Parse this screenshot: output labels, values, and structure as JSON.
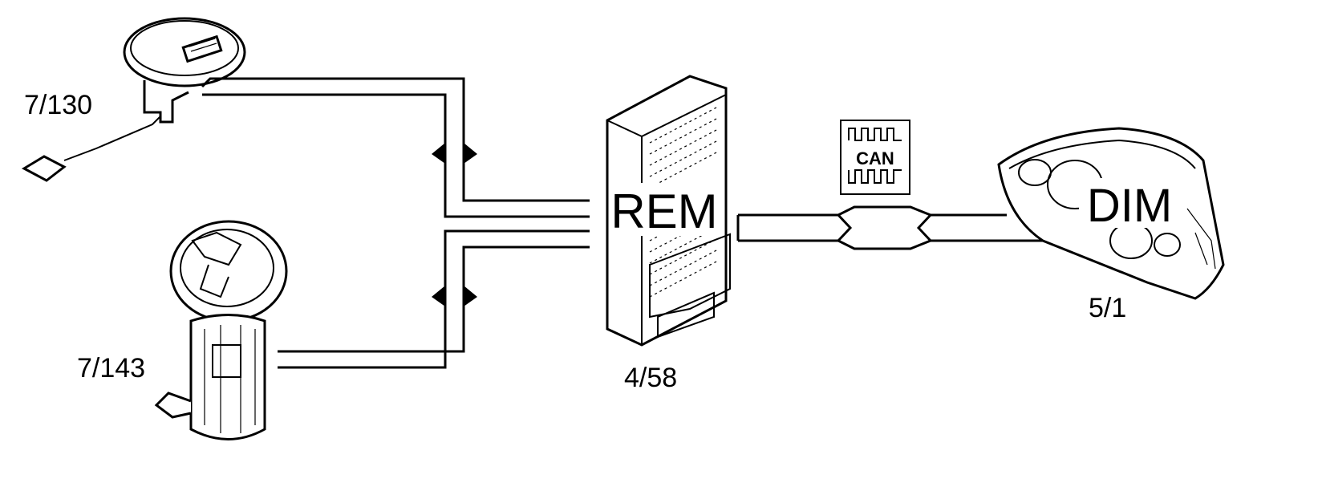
{
  "components": {
    "fuel_level_sensor_top": {
      "label": "7/130"
    },
    "fuel_pump_unit": {
      "label": "7/143"
    },
    "rem_module": {
      "name": "REM",
      "label": "4/58"
    },
    "dim_cluster": {
      "name": "DIM",
      "label": "5/1"
    }
  },
  "bus": {
    "label": "CAN"
  },
  "colors": {
    "ink": "#000000",
    "background": "#ffffff"
  }
}
